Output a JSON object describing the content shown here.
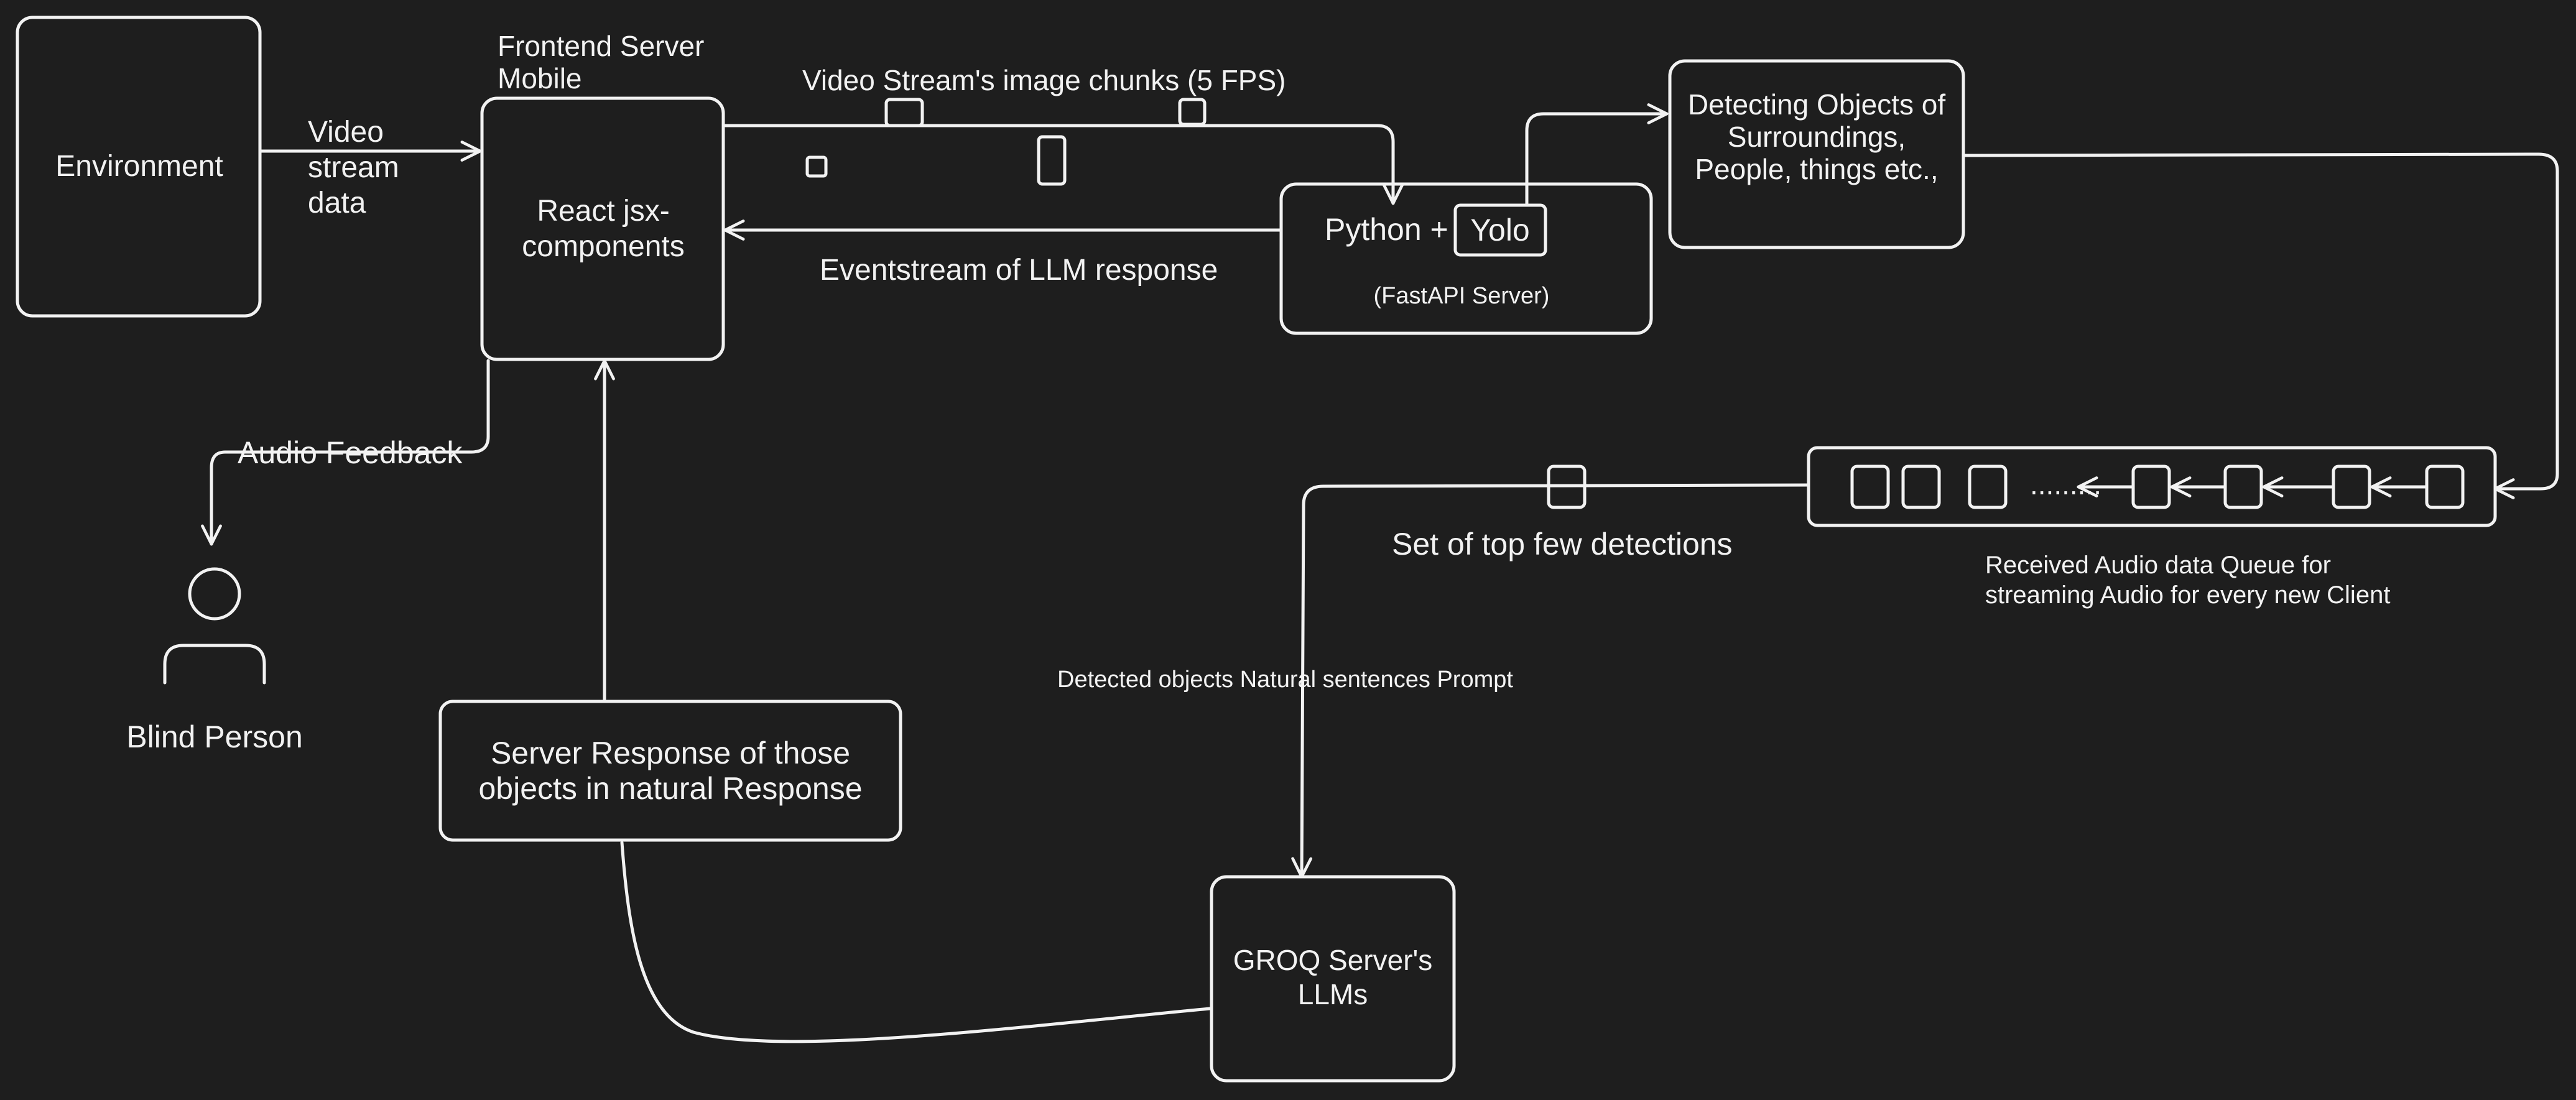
{
  "diagram": {
    "nodes": {
      "environment": "Environment",
      "frontend_caption_1": "Frontend Server",
      "frontend_caption_2": "Mobile",
      "react_1": "React jsx-",
      "react_2": "components",
      "python_label": "Python +",
      "yolo": "Yolo",
      "fastapi": "(FastAPI Server)",
      "detecting_1": "Detecting Objects of",
      "detecting_2": "Surroundings,",
      "detecting_3": "People, things etc.,",
      "blind_person": "Blind Person",
      "server_response_1": "Server Response of those",
      "server_response_2": "objects in natural Response",
      "groq_1": "GROQ Server's",
      "groq_2": "LLMs",
      "queue_dots": "........."
    },
    "edges": {
      "video_stream_1": "Video",
      "video_stream_2": "stream",
      "video_stream_3": "data",
      "video_chunks": "Video Stream's image chunks (5 FPS)",
      "eventstream": "Eventstream of LLM response",
      "audio_feedback": "Audio Feedback",
      "top_detections": "Set of top few detections",
      "prompt": "Detected objects Natural sentences Prompt",
      "queue_caption_1": "Received Audio data Queue for",
      "queue_caption_2": "streaming Audio for every new Client"
    }
  }
}
